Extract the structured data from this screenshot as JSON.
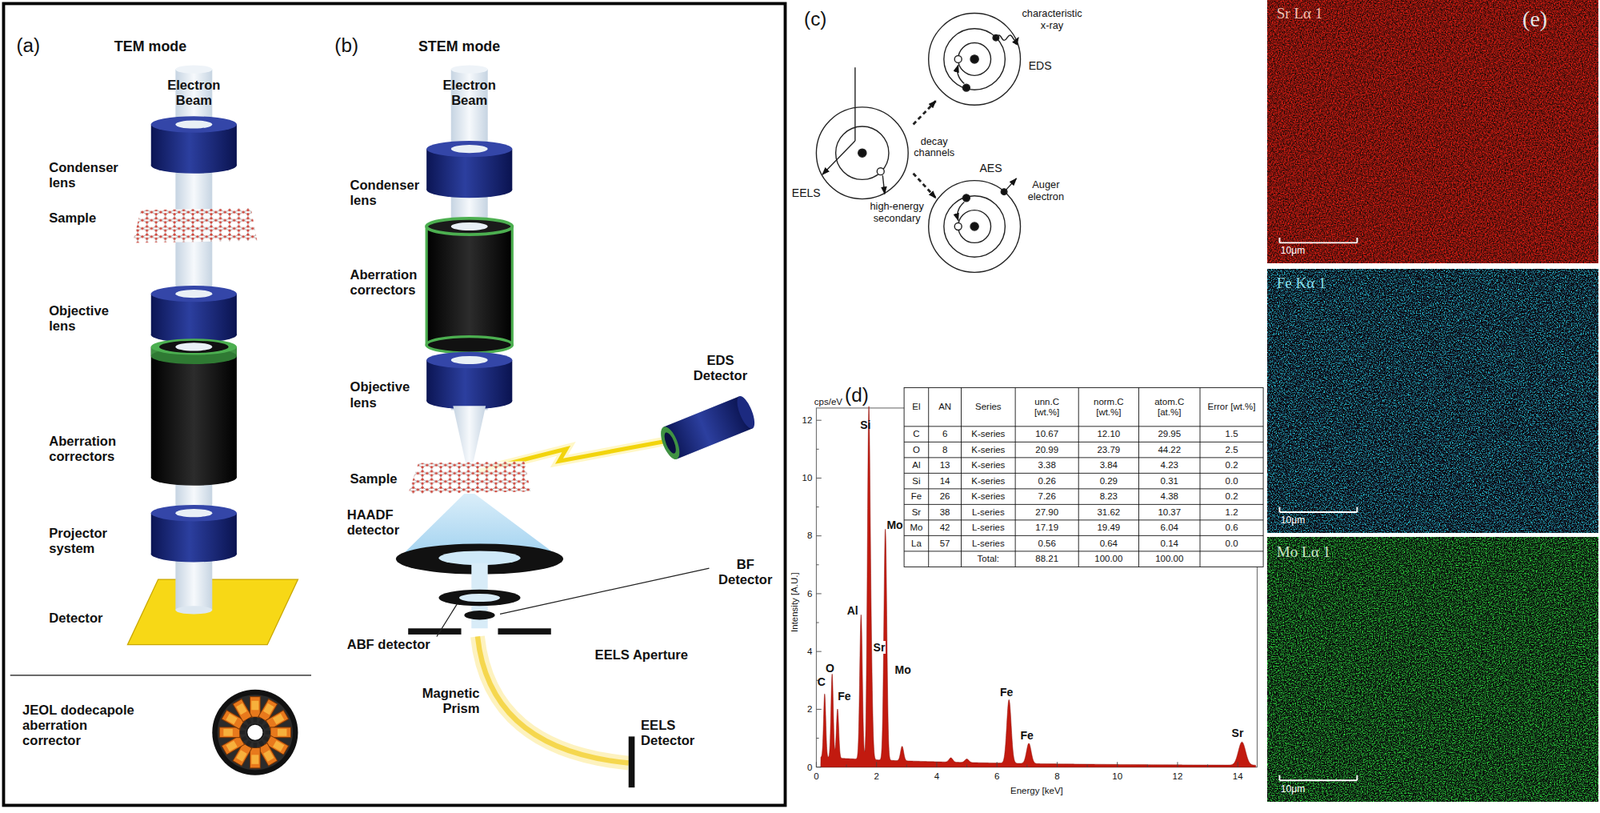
{
  "diagram": {
    "nodes": [
      {
        "text": [
          "Sr Lα 1",
          "(e)",
          "10μm"
        ]
      },
      {
        "text": [
          "Fe Kα 1",
          "10μm"
        ]
      },
      {
        "text": [
          "Mo Lα 1",
          "10μm"
        ]
      }
    ],
    "labels": [
      "(a)",
      "TEM mode",
      "Electron Beam",
      "Condenser lens",
      "Sample",
      "Objective lens",
      "Aberration correctors",
      "Projector system",
      "Detector",
      "JEOL dodecapole aberration corrector",
      "(b)",
      "STEM mode",
      "Electron Beam",
      "Condenser lens",
      "Aberration correctors",
      "EDS Detector",
      "Objective lens",
      "Sample",
      "HAADF detector",
      "BF Detector",
      "ABF detector",
      "EELS Aperture",
      "Magnetic Prism",
      "EELS Detector",
      "(c)",
      "characteristic x-ray",
      "EDS",
      "decay channels",
      "EELS",
      "high-energy secondary",
      "AES",
      "Auger electron",
      "(d)",
      "El",
      "AN",
      "Series",
      "unn.C [wt.%]",
      "norm.C [wt.%]",
      "atom.C [at.%]",
      "Error [wt.%]",
      "C",
      "6",
      "K-series",
      "10.67",
      "12.10",
      "29.95",
      "1.5",
      "O",
      "8",
      "K-series",
      "20.99",
      "23.79",
      "44.22",
      "2.5",
      "Al",
      "13",
      "K-series",
      "3.38",
      "3.84",
      "4.23",
      "0.2",
      "Si",
      "14",
      "K-series",
      "0.26",
      "0.29",
      "0.31",
      "0.0",
      "Fe",
      "26",
      "K-series",
      "7.26",
      "8.23",
      "4.38",
      "0.2",
      "Sr",
      "38",
      "L-series",
      "27.90",
      "31.62",
      "10.37",
      "1.2",
      "Mo",
      "42",
      "L-series",
      "17.19",
      "19.49",
      "6.04",
      "0.6",
      "La",
      "57",
      "L-series",
      "0.56",
      "0.64",
      "0.14",
      "0.0",
      "Total:",
      "88.21",
      "100.00",
      "100.00",
      "cps/eV",
      "Intensity [A.U.]",
      "0",
      "2",
      "4",
      "6",
      "8",
      "10",
      "12",
      "0",
      "2",
      "4",
      "6",
      "8",
      "10",
      "12",
      "14",
      "Energy [keV]",
      "C",
      "O",
      "Fe",
      "Al",
      "Si",
      "Sr",
      "Mo",
      "Mo",
      "Fe",
      "Fe",
      "Sr"
    ]
  }
}
